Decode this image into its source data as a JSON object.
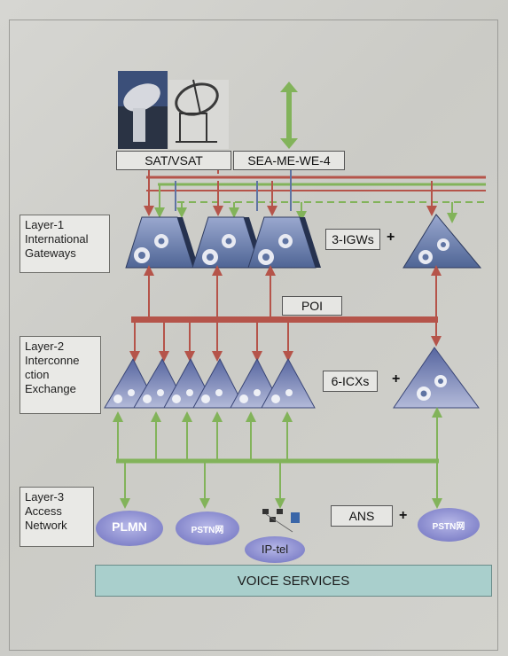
{
  "top": {
    "sat_vsat_label": "SAT/VSAT",
    "cable_label": "SEA-ME-WE-4"
  },
  "layers": {
    "layer1": "Layer-1\nInternational\nGateways",
    "layer2": "Layer-2\nInterconne\nction\nExchange",
    "layer3": "Layer-3\nAccess\nNetwork"
  },
  "nodes": {
    "igw_count_label": "3-IGWs",
    "icx_count_label": "6-ICXs",
    "poi_label": "POI",
    "plus_sign": "+",
    "ans_label": "ANS",
    "plmn_label": "PLMN",
    "pstn_label": "PSTN网",
    "iptel_label": "IP-tel"
  },
  "footer": {
    "voice_services": "VOICE SERVICES"
  },
  "colors": {
    "red_line": "#b5544a",
    "green_line": "#82b35a",
    "device_blue": "#5f74a3",
    "device_light": "#a8b2d3",
    "cloud_purple": "#8d8fd0",
    "voice_bar": "#a9cfcc"
  }
}
